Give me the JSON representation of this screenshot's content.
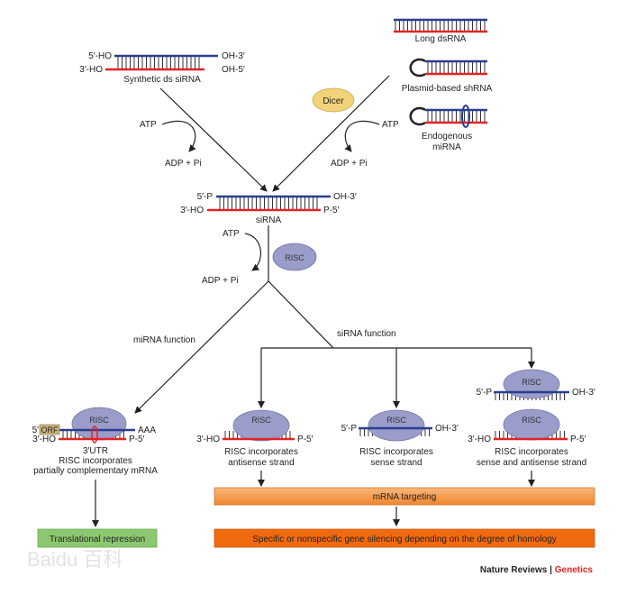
{
  "colors": {
    "sense_strand": "#2a3d8f",
    "antisense_strand": "#e52222",
    "dicer": "#f2d37a",
    "risc": "#9a9cc9",
    "mrna_targeting": "#f49a4a",
    "gene_silencing": "#f06a10",
    "translational_repression": "#8cc870",
    "journal_accent": "#e52222"
  },
  "sources": {
    "long_dsrna": "Long dsRNA",
    "shrna": "Plasmid-based shRNA",
    "mirna_line1": "Endogenous",
    "mirna_line2": "miRNA",
    "synthetic": {
      "label": "Synthetic ds siRNA",
      "top_left": "5′-HO",
      "top_right": "OH-3′",
      "bottom_left": "3′-HO",
      "bottom_right": "OH-5′"
    }
  },
  "dicer": "Dicer",
  "energy": {
    "atp": "ATP",
    "adp": "ADP + Pi"
  },
  "sirna": {
    "label": "siRNA",
    "top_left": "5′-P",
    "top_right": "OH-3′",
    "bottom_left": "3′-HO",
    "bottom_right": "P-5′"
  },
  "risc": "RISC",
  "branches": {
    "mirna": "miRNA function",
    "sirna": "siRNA function"
  },
  "mirna_path": {
    "orf": "ORF",
    "five": "5′",
    "aaa": "AAA",
    "left": "3′-HO",
    "right": "P-5′",
    "line1": "3′UTR",
    "line2": "RISC incorporates",
    "line3": "partially complementary mRNA",
    "result": "Translational repression"
  },
  "antisense_path": {
    "left": "3′-HO",
    "right": "P-5′",
    "line1": "RISC incorporates",
    "line2": "antisense strand"
  },
  "sense_path": {
    "left": "5′-P",
    "right": "OH-3′",
    "line1": "RISC incorporates",
    "line2": "sense strand"
  },
  "both_path": {
    "top_left": "5′-P",
    "top_right": "OH-3′",
    "bottom_left": "3′-HO",
    "bottom_right": "P-5′",
    "line1": "RISC incorporates",
    "line2": "sense and antisense strand"
  },
  "mrna_targeting": "mRNA targeting",
  "gene_silencing": "Specific or nonspecific gene silencing depending on the degree of homology",
  "credit": {
    "journal": "Nature Reviews",
    "separator": "|",
    "section": "Genetics"
  },
  "watermark": "Baidu 百科"
}
